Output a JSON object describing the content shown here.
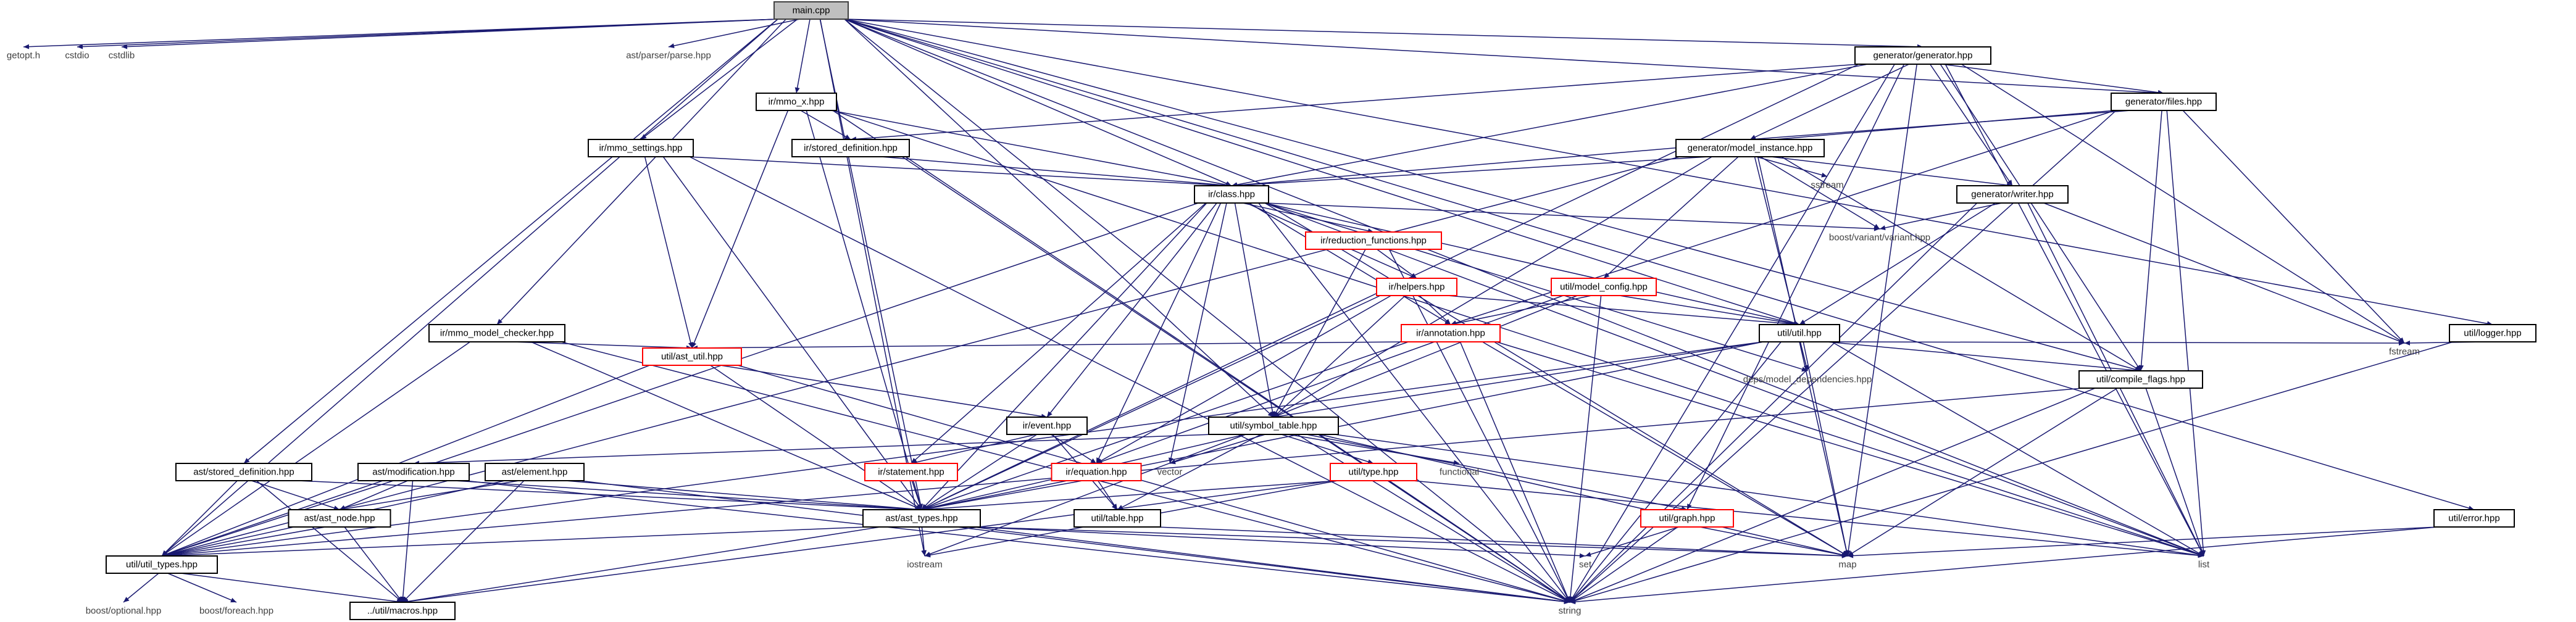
{
  "diagram": {
    "nodes": [
      {
        "id": "main",
        "label": "main.cpp",
        "kind": "root"
      },
      {
        "id": "getopt",
        "label": "getopt.h",
        "kind": "plain"
      },
      {
        "id": "cstdio",
        "label": "cstdio",
        "kind": "plain"
      },
      {
        "id": "cstdlib",
        "label": "cstdlib",
        "kind": "plain"
      },
      {
        "id": "astparse",
        "label": "ast/parser/parse.hpp",
        "kind": "plain"
      },
      {
        "id": "gengen",
        "label": "generator/generator.hpp",
        "kind": "box"
      },
      {
        "id": "genfiles",
        "label": "generator/files.hpp",
        "kind": "box"
      },
      {
        "id": "genmi",
        "label": "generator/model_instance.hpp",
        "kind": "box"
      },
      {
        "id": "sstream",
        "label": "sstream",
        "kind": "plain"
      },
      {
        "id": "genwriter",
        "label": "generator/writer.hpp",
        "kind": "box"
      },
      {
        "id": "boostvar",
        "label": "boost/variant/variant.hpp",
        "kind": "plain"
      },
      {
        "id": "mmox",
        "label": "ir/mmo_x.hpp",
        "kind": "box"
      },
      {
        "id": "storeddef_ir",
        "label": "ir/stored_definition.hpp",
        "kind": "box"
      },
      {
        "id": "mmosettings",
        "label": "ir/mmo_settings.hpp",
        "kind": "box"
      },
      {
        "id": "irclass",
        "label": "ir/class.hpp",
        "kind": "box"
      },
      {
        "id": "redfn",
        "label": "ir/reduction_functions.hpp",
        "kind": "red"
      },
      {
        "id": "helpers",
        "label": "ir/helpers.hpp",
        "kind": "red"
      },
      {
        "id": "annotation",
        "label": "ir/annotation.hpp",
        "kind": "red"
      },
      {
        "id": "modelconfig",
        "label": "util/model_config.hpp",
        "kind": "red"
      },
      {
        "id": "utilutil",
        "label": "util/util.hpp",
        "kind": "box"
      },
      {
        "id": "depsmodel",
        "label": "deps/model_dependencies.hpp",
        "kind": "plain"
      },
      {
        "id": "fstream",
        "label": "fstream",
        "kind": "plain"
      },
      {
        "id": "logger",
        "label": "util/logger.hpp",
        "kind": "box"
      },
      {
        "id": "compileflags",
        "label": "util/compile_flags.hpp",
        "kind": "box"
      },
      {
        "id": "mmochecker",
        "label": "ir/mmo_model_checker.hpp",
        "kind": "box"
      },
      {
        "id": "astutil",
        "label": "util/ast_util.hpp",
        "kind": "red"
      },
      {
        "id": "irevent",
        "label": "ir/event.hpp",
        "kind": "box"
      },
      {
        "id": "symtable",
        "label": "util/symbol_table.hpp",
        "kind": "box"
      },
      {
        "id": "aststored",
        "label": "ast/stored_definition.hpp",
        "kind": "box"
      },
      {
        "id": "astmod",
        "label": "ast/modification.hpp",
        "kind": "box"
      },
      {
        "id": "astelem",
        "label": "ast/element.hpp",
        "kind": "box"
      },
      {
        "id": "irstmt",
        "label": "ir/statement.hpp",
        "kind": "red"
      },
      {
        "id": "ireq",
        "label": "ir/equation.hpp",
        "kind": "red"
      },
      {
        "id": "vector",
        "label": "vector",
        "kind": "plain"
      },
      {
        "id": "utiltype",
        "label": "util/type.hpp",
        "kind": "red"
      },
      {
        "id": "functional",
        "label": "functional",
        "kind": "plain"
      },
      {
        "id": "astnode",
        "label": "ast/ast_node.hpp",
        "kind": "box"
      },
      {
        "id": "asttypes",
        "label": "ast/ast_types.hpp",
        "kind": "box"
      },
      {
        "id": "utiltable",
        "label": "util/table.hpp",
        "kind": "box"
      },
      {
        "id": "utilgraph",
        "label": "util/graph.hpp",
        "kind": "red"
      },
      {
        "id": "utilerror",
        "label": "util/error.hpp",
        "kind": "box"
      },
      {
        "id": "utiltypes",
        "label": "util/util_types.hpp",
        "kind": "box"
      },
      {
        "id": "iostream",
        "label": "iostream",
        "kind": "plain"
      },
      {
        "id": "set",
        "label": "set",
        "kind": "plain"
      },
      {
        "id": "map",
        "label": "map",
        "kind": "plain"
      },
      {
        "id": "list",
        "label": "list",
        "kind": "plain"
      },
      {
        "id": "boostopt",
        "label": "boost/optional.hpp",
        "kind": "plain"
      },
      {
        "id": "boostforeach",
        "label": "boost/foreach.hpp",
        "kind": "plain"
      },
      {
        "id": "macros",
        "label": "../util/macros.hpp",
        "kind": "box"
      },
      {
        "id": "string",
        "label": "string",
        "kind": "plain"
      }
    ],
    "edges": [
      [
        "main",
        "getopt"
      ],
      [
        "main",
        "cstdio"
      ],
      [
        "main",
        "cstdlib"
      ],
      [
        "main",
        "astparse"
      ],
      [
        "main",
        "gengen"
      ],
      [
        "main",
        "genfiles"
      ],
      [
        "main",
        "mmox"
      ],
      [
        "main",
        "mmosettings"
      ],
      [
        "main",
        "mmochecker"
      ],
      [
        "main",
        "aststored"
      ],
      [
        "main",
        "irclass"
      ],
      [
        "main",
        "utilutil"
      ],
      [
        "main",
        "logger"
      ],
      [
        "main",
        "utilerror"
      ],
      [
        "main",
        "compileflags"
      ],
      [
        "main",
        "symtable"
      ],
      [
        "main",
        "asttypes"
      ],
      [
        "main",
        "utiltypes"
      ],
      [
        "main",
        "iostream"
      ],
      [
        "main",
        "string"
      ],
      [
        "main",
        "list"
      ],
      [
        "gengen",
        "genfiles"
      ],
      [
        "gengen",
        "genmi"
      ],
      [
        "gengen",
        "genwriter"
      ],
      [
        "gengen",
        "storeddef_ir"
      ],
      [
        "gengen",
        "irclass"
      ],
      [
        "gengen",
        "compileflags"
      ],
      [
        "gengen",
        "fstream"
      ],
      [
        "gengen",
        "map"
      ],
      [
        "gengen",
        "list"
      ],
      [
        "gengen",
        "string"
      ],
      [
        "gengen",
        "utilgraph"
      ],
      [
        "gengen",
        "asttypes"
      ],
      [
        "genfiles",
        "genmi"
      ],
      [
        "genfiles",
        "irclass"
      ],
      [
        "genfiles",
        "annotation"
      ],
      [
        "genfiles",
        "compileflags"
      ],
      [
        "genfiles",
        "fstream"
      ],
      [
        "genfiles",
        "string"
      ],
      [
        "genfiles",
        "list"
      ],
      [
        "genmi",
        "genwriter"
      ],
      [
        "genmi",
        "irclass"
      ],
      [
        "genmi",
        "sstream"
      ],
      [
        "genmi",
        "boostvar"
      ],
      [
        "genmi",
        "modelconfig"
      ],
      [
        "genmi",
        "symtable"
      ],
      [
        "genmi",
        "compileflags"
      ],
      [
        "genmi",
        "utiltypes"
      ],
      [
        "genmi",
        "map"
      ],
      [
        "genmi",
        "depsmodel"
      ],
      [
        "genwriter",
        "boostvar"
      ],
      [
        "genwriter",
        "utilutil"
      ],
      [
        "genwriter",
        "fstream"
      ],
      [
        "genwriter",
        "list"
      ],
      [
        "genwriter",
        "string"
      ],
      [
        "mmox",
        "storeddef_ir"
      ],
      [
        "mmox",
        "irclass"
      ],
      [
        "mmox",
        "astutil"
      ],
      [
        "mmox",
        "asttypes"
      ],
      [
        "mmox",
        "string"
      ],
      [
        "mmox",
        "list"
      ],
      [
        "storeddef_ir",
        "irclass"
      ],
      [
        "storeddef_ir",
        "string"
      ],
      [
        "mmosettings",
        "irclass"
      ],
      [
        "mmosettings",
        "astutil"
      ],
      [
        "mmosettings",
        "asttypes"
      ],
      [
        "mmosettings",
        "string"
      ],
      [
        "irclass",
        "redfn"
      ],
      [
        "irclass",
        "helpers"
      ],
      [
        "irclass",
        "annotation"
      ],
      [
        "irclass",
        "utilutil"
      ],
      [
        "irclass",
        "irevent"
      ],
      [
        "irclass",
        "irstmt"
      ],
      [
        "irclass",
        "ireq"
      ],
      [
        "irclass",
        "vector"
      ],
      [
        "irclass",
        "asttypes"
      ],
      [
        "irclass",
        "utiltypes"
      ],
      [
        "irclass",
        "symtable"
      ],
      [
        "irclass",
        "boostvar"
      ],
      [
        "irclass",
        "depsmodel"
      ],
      [
        "irclass",
        "list"
      ],
      [
        "irclass",
        "string"
      ],
      [
        "irclass",
        "map"
      ],
      [
        "redfn",
        "helpers"
      ],
      [
        "redfn",
        "symtable"
      ],
      [
        "redfn",
        "string"
      ],
      [
        "helpers",
        "annotation"
      ],
      [
        "helpers",
        "symtable"
      ],
      [
        "helpers",
        "ireq"
      ],
      [
        "helpers",
        "utilutil"
      ],
      [
        "helpers",
        "asttypes"
      ],
      [
        "annotation",
        "astutil"
      ],
      [
        "annotation",
        "asttypes"
      ],
      [
        "annotation",
        "list"
      ],
      [
        "annotation",
        "string"
      ],
      [
        "annotation",
        "map"
      ],
      [
        "modelconfig",
        "annotation"
      ],
      [
        "modelconfig",
        "utilutil"
      ],
      [
        "modelconfig",
        "symtable"
      ],
      [
        "modelconfig",
        "ireq"
      ],
      [
        "modelconfig",
        "string"
      ],
      [
        "utilutil",
        "compileflags"
      ],
      [
        "utilutil",
        "depsmodel"
      ],
      [
        "utilutil",
        "fstream"
      ],
      [
        "utilutil",
        "symtable"
      ],
      [
        "utilutil",
        "asttypes"
      ],
      [
        "utilutil",
        "map"
      ],
      [
        "utilutil",
        "list"
      ],
      [
        "utilutil",
        "string"
      ],
      [
        "utilutil",
        "utiltypes"
      ],
      [
        "logger",
        "fstream"
      ],
      [
        "logger",
        "string"
      ],
      [
        "compileflags",
        "utiltypes"
      ],
      [
        "compileflags",
        "list"
      ],
      [
        "compileflags",
        "map"
      ],
      [
        "compileflags",
        "string"
      ],
      [
        "mmochecker",
        "astutil"
      ],
      [
        "mmochecker",
        "asttypes"
      ],
      [
        "mmochecker",
        "utiltypes"
      ],
      [
        "mmochecker",
        "string"
      ],
      [
        "astutil",
        "irevent"
      ],
      [
        "astutil",
        "asttypes"
      ],
      [
        "astutil",
        "utiltypes"
      ],
      [
        "astutil",
        "string"
      ],
      [
        "irevent",
        "irstmt"
      ],
      [
        "irevent",
        "ireq"
      ],
      [
        "irevent",
        "asttypes"
      ],
      [
        "irevent",
        "utiltable"
      ],
      [
        "symtable",
        "utiltype"
      ],
      [
        "symtable",
        "utiltable"
      ],
      [
        "symtable",
        "functional"
      ],
      [
        "symtable",
        "vector"
      ],
      [
        "symtable",
        "asttypes"
      ],
      [
        "symtable",
        "astmod"
      ],
      [
        "symtable",
        "utilgraph"
      ],
      [
        "symtable",
        "string"
      ],
      [
        "symtable",
        "iostream"
      ],
      [
        "symtable",
        "map"
      ],
      [
        "symtable",
        "list"
      ],
      [
        "aststored",
        "astnode"
      ],
      [
        "aststored",
        "asttypes"
      ],
      [
        "aststored",
        "utiltypes"
      ],
      [
        "aststored",
        "macros"
      ],
      [
        "astmod",
        "astnode"
      ],
      [
        "astmod",
        "asttypes"
      ],
      [
        "astmod",
        "utiltypes"
      ],
      [
        "astmod",
        "macros"
      ],
      [
        "astmod",
        "string"
      ],
      [
        "astelem",
        "astnode"
      ],
      [
        "astelem",
        "asttypes"
      ],
      [
        "astelem",
        "utiltypes"
      ],
      [
        "astelem",
        "macros"
      ],
      [
        "astelem",
        "string"
      ],
      [
        "irstmt",
        "asttypes"
      ],
      [
        "ireq",
        "asttypes"
      ],
      [
        "ireq",
        "utiltable"
      ],
      [
        "utiltype",
        "asttypes"
      ],
      [
        "utiltype",
        "list"
      ],
      [
        "utiltype",
        "iostream"
      ],
      [
        "utiltype",
        "string"
      ],
      [
        "utiltype",
        "macros"
      ],
      [
        "astnode",
        "utiltypes"
      ],
      [
        "astnode",
        "macros"
      ],
      [
        "asttypes",
        "utiltypes"
      ],
      [
        "asttypes",
        "iostream"
      ],
      [
        "asttypes",
        "string"
      ],
      [
        "asttypes",
        "macros"
      ],
      [
        "asttypes",
        "set"
      ],
      [
        "asttypes",
        "map"
      ],
      [
        "utiltable",
        "map"
      ],
      [
        "utilgraph",
        "set"
      ],
      [
        "utilgraph",
        "map"
      ],
      [
        "utilgraph",
        "string"
      ],
      [
        "utilerror",
        "map"
      ],
      [
        "utilerror",
        "string"
      ],
      [
        "utiltypes",
        "boostopt"
      ],
      [
        "utiltypes",
        "boostforeach"
      ],
      [
        "utiltypes",
        "macros"
      ]
    ]
  }
}
